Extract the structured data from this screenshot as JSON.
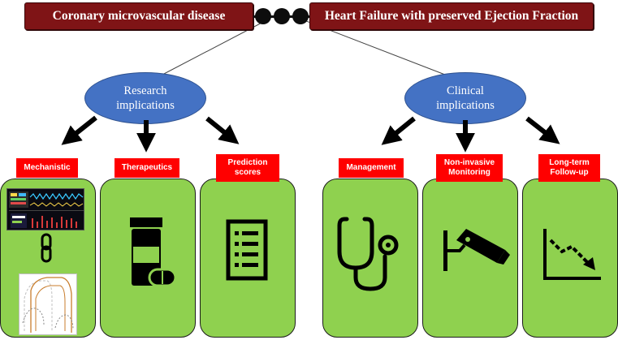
{
  "titles": {
    "left": "Coronary microvascular disease",
    "right": "Heart Failure with preserved Ejection Fraction"
  },
  "groups": {
    "research": {
      "line1": "Research",
      "line2": "implications"
    },
    "clinical": {
      "line1": "Clinical",
      "line2": "implications"
    }
  },
  "cards": [
    {
      "line1": "Mechanistic",
      "line2": "",
      "icon": "monitor-chain-chart-icon"
    },
    {
      "line1": "Therapeutics",
      "line2": "",
      "icon": "medicine-bottle-pill-icon"
    },
    {
      "line1": "Prediction",
      "line2": "scores",
      "icon": "checklist-icon"
    },
    {
      "line1": "Management",
      "line2": "",
      "icon": "stethoscope-icon"
    },
    {
      "line1": "Non-invasive",
      "line2": "Monitoring",
      "icon": "security-camera-icon"
    },
    {
      "line1": "Long-term",
      "line2": "Follow-up",
      "icon": "downtrend-chart-icon"
    }
  ],
  "colors": {
    "title_bg": "#7f1416",
    "ellipse": "#4472c4",
    "card": "#8fd14f",
    "tag": "#ff0000"
  }
}
